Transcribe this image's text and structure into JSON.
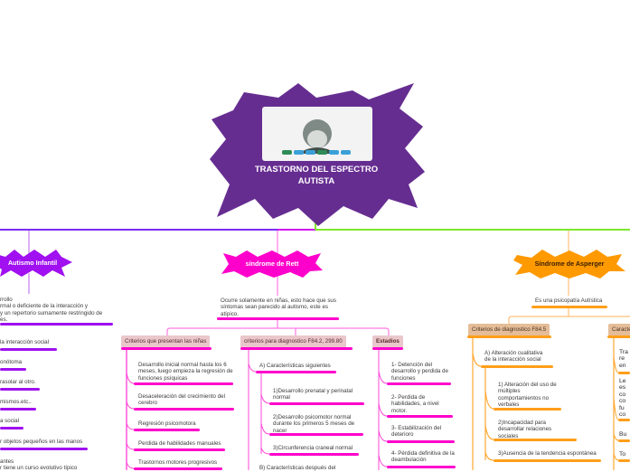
{
  "central": {
    "title_line1": "TRASTORNO DEL ESPECTRO",
    "title_line2": "AUTISTA",
    "image_icon": "child-with-toy-cars-image"
  },
  "colors": {
    "central": "#662d91",
    "autismo": "#a010f0",
    "rett": "#ff00cc",
    "asperger": "#ff9900",
    "line_left": "#7b2cf5",
    "line_right": "#7ee82a"
  },
  "autismo": {
    "title": "Autismo Infantil",
    "items": [
      "rrollo\nrmal o deficiente de la interacción y\ny un repertorio sumamente restringido de\nes.",
      "la interacción social",
      "onótoma",
      "rasolar al otro.",
      "mismos.etc..",
      "a social",
      "r objetos pequeños en las manos",
      "antes\nr tiene un curso evolutivo típico"
    ]
  },
  "rett": {
    "title": "síndrome de Rett",
    "description": "Ocurre solamente en niñas, esto hace que sus síntomas sean parecido al autismo, este es atípico.",
    "criterios_ninas": {
      "label": "Criterios que presentan las niñas",
      "items": [
        "Desarrollo inicial normal hasta los 6 meses, luego empieza la regresión de funciones psíquicas",
        "Desaceleración del crecimiento del cerebro",
        "Regresión psicomotora",
        "Perdida de habilidades manuales",
        "Trastornos motores progresivos"
      ]
    },
    "criterios_diagnostico": {
      "label": "criterios para diagnostico F84.2, 299.80",
      "a_label": "A) Características siguientes",
      "a_items": [
        "1)Desarrollo prenatal y perinatal normal",
        "2)Desarrollo psicomotor normal durante los primeros 5 meses de nacer",
        "3)Circunferencia craneal normal"
      ],
      "b_label": "B) Características después del"
    },
    "estadios": {
      "label": "Estadios",
      "items": [
        "1- Detención del desarrollo y perdida de funciones",
        "2- Perdida de habilidades, a nivel motor.",
        "3- Estabilización del deterioro",
        "4- Pérdida definitiva de la deambulación"
      ]
    }
  },
  "asperger": {
    "title": "Síndrome de Asperger",
    "description": "Es una psicopatía Autística",
    "criterios": {
      "label": "Criterios de diagnostico F84.5",
      "a_label": "A) Alteración cualitativa de la interacción  social",
      "a_items": [
        "1) Alteración del uso de múltiples comportamientos no verbales",
        "2)Incapacidad para desarrollar relaciones sociales",
        "3)Ausencia de la tendencia espontánea"
      ]
    },
    "caracteristicas": {
      "label": "Caracte",
      "items": [
        "Tra\nre\nen",
        "Le\nes\nco\nco\nfu\nco",
        "Bu",
        "To"
      ]
    }
  }
}
